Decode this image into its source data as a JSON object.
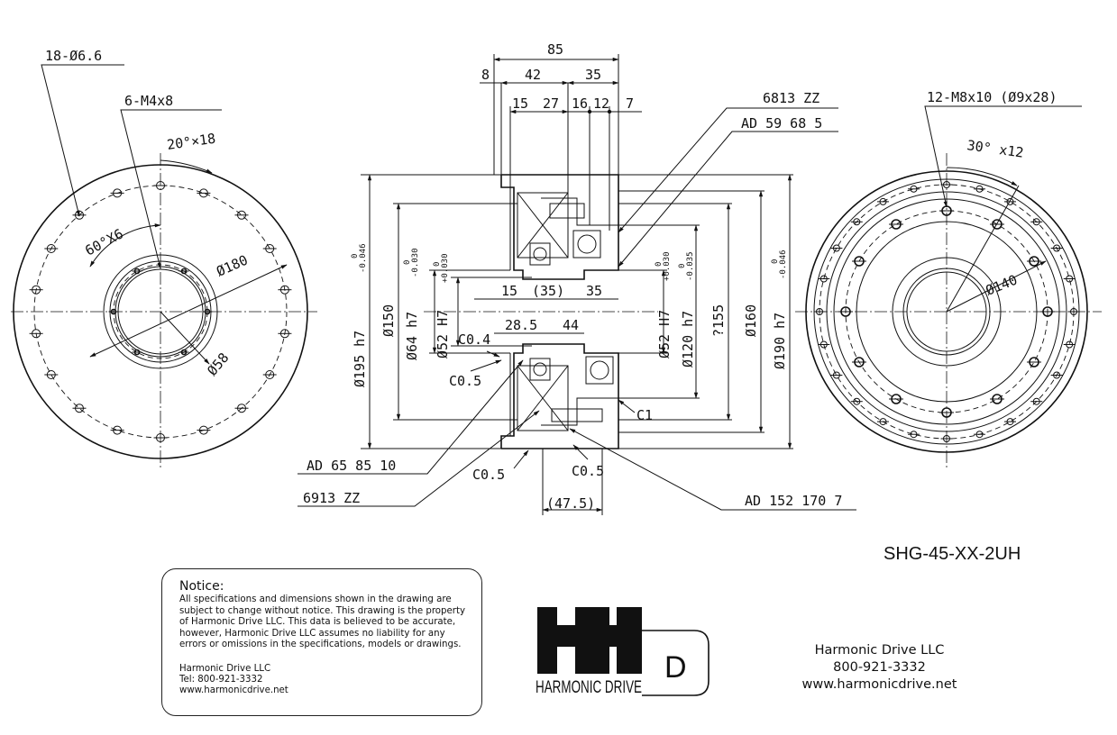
{
  "views": {
    "left": {
      "callouts": {
        "holes": "18-Ø6.6",
        "tapped": "6-M4x8",
        "pitch_angle": "20°×18",
        "hex_angle": "60°X6",
        "pcd": "Ø180",
        "bore": "Ø58"
      }
    },
    "center": {
      "top_dims": {
        "overall": "85",
        "d8": "8",
        "d42": "42",
        "d35": "35",
        "d15": "15",
        "d27": "27",
        "d16": "16",
        "d12": "12",
        "d7": "7"
      },
      "bore_dims": {
        "d15": "15",
        "d35p": "(35)",
        "d35": "35",
        "d285": "28.5",
        "d44": "44"
      },
      "diameters_left": {
        "d195": "Ø195 h7",
        "d195_tol": "-0.046",
        "d195_tol0": "0",
        "d150": "Ø150",
        "d64": "Ø64 h7",
        "d64_tol": "-0.030",
        "d64_tol0": "0",
        "d52": "Ø52 H7",
        "d52_tol": "+0.030",
        "d52_tol0": "0"
      },
      "diameters_right": {
        "d52": "Ø52 H7",
        "d52_tol": "+0.030",
        "d52_tol0": "0",
        "d120": "Ø120 h7",
        "d120_tol": "-0.035",
        "d120_tol0": "0",
        "sq155": "?155",
        "d160": "Ø160",
        "d190": "Ø190 h7",
        "d190_tol": "-0.046",
        "d190_tol0": "0"
      },
      "chamfers": {
        "c04": "C0.4",
        "c05a": "C0.5",
        "c05b": "C0.5",
        "c05c": "C0.5",
        "c1": "C1"
      },
      "parts": {
        "bearing_top": "6813 ZZ",
        "seal_top": "AD 59 68 5",
        "seal_bl": "AD 65 85 10",
        "bearing_bl": "6913 ZZ",
        "seal_br": "AD 152 170 7"
      },
      "bottom_dim": "(47.5)"
    },
    "right": {
      "callouts": {
        "tapped": "12-M8x10 (Ø9x28)",
        "pitch_angle": "30° x12",
        "pcd": "Ø140"
      }
    }
  },
  "model": "SHG-45-XX-2UH",
  "notice": {
    "heading": "Notice:",
    "body": "All specifications and dimensions shown in the drawing are subject to change without notice. This drawing is the property of Harmonic Drive LLC. This data is believed to be accurate, however, Harmonic Drive LLC assumes no liability for any errors or omissions in the specifications, models or drawings.",
    "contact": [
      "Harmonic Drive LLC",
      "Tel: 800-921-3332",
      "www.harmonicdrive.net"
    ]
  },
  "logo": {
    "wordmark": "HARMONIC DRIVE",
    "letter": "D"
  },
  "company": {
    "name": "Harmonic Drive LLC",
    "phone": "800-921-3332",
    "url": "www.harmonicdrive.net"
  }
}
